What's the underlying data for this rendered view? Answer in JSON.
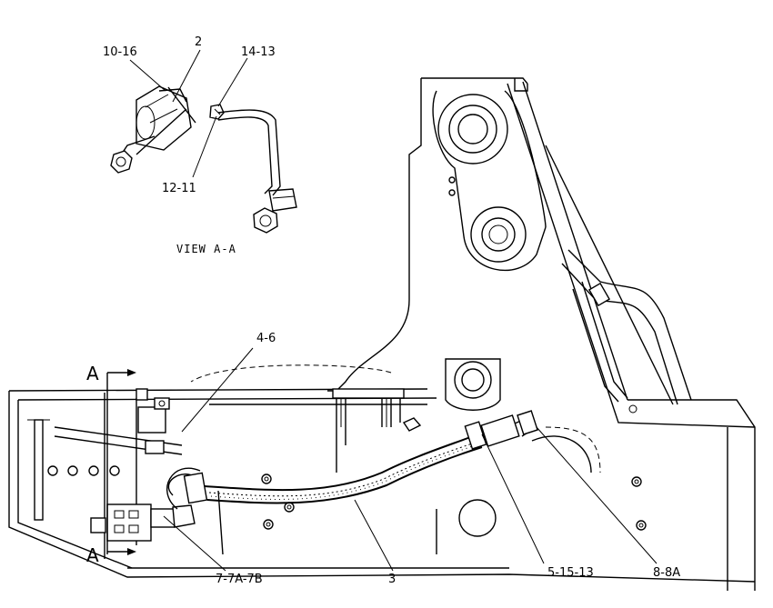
{
  "callouts": {
    "c_10_16": "10-16",
    "c_2": "2",
    "c_14_13": "14-13",
    "c_12_11": "12-11",
    "c_4_6": "4-6",
    "c_7": "7-7A-7B",
    "c_3": "3",
    "c_5_15_13": "5-15-13",
    "c_8_8a": "8-8A"
  },
  "view_label": "VIEW A-A",
  "section": {
    "top_letter": "A",
    "bottom_letter": "A"
  }
}
